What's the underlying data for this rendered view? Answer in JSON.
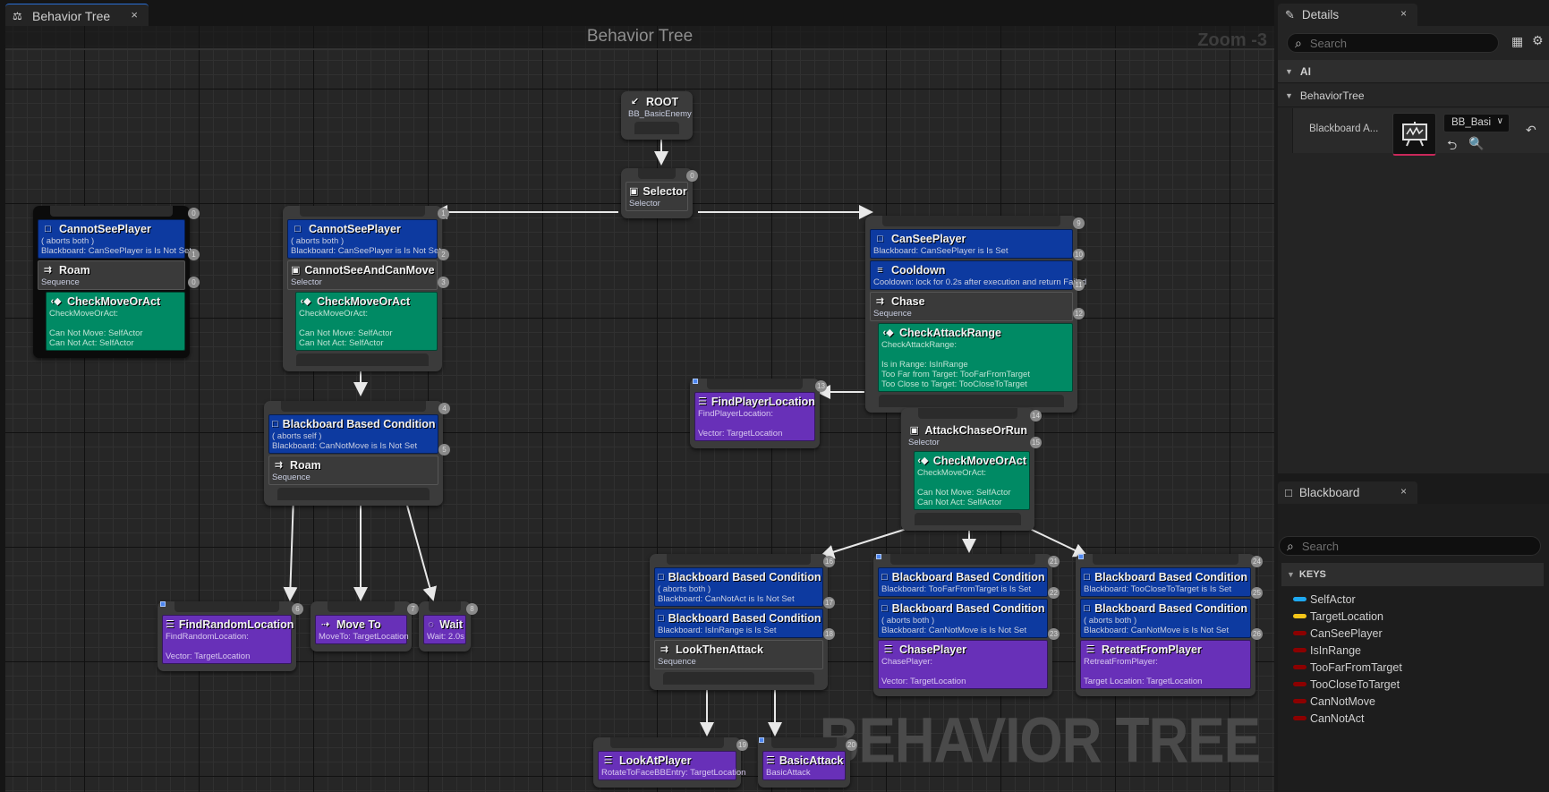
{
  "document_tab": {
    "title": "Behavior Tree",
    "icon": "behavior-tree-icon",
    "close": "×"
  },
  "graph": {
    "title": "Behavior Tree",
    "zoom_label": "Zoom -3",
    "watermark": "BEHAVIOR TREE"
  },
  "nodes": {
    "root": {
      "title": "ROOT",
      "subtitle": "BB_BasicEnemy"
    },
    "selector": {
      "title": "Selector",
      "subtitle": "Selector",
      "index": "0"
    },
    "left_group": {
      "index_top": "0",
      "decorator": {
        "title": "CannotSeePlayer",
        "line1": "( aborts both )",
        "line2": "Blackboard: CanSeePlayer is Is Not Set",
        "index": "1"
      },
      "composite": {
        "title": "Roam",
        "subtitle": "Sequence",
        "index": "0"
      },
      "service": {
        "title": "CheckMoveOrAct",
        "line1": "CheckMoveOrAct:",
        "line2": "Can Not Move: SelfActor",
        "line3": "Can Not Act: SelfActor"
      }
    },
    "cannot_see_group": {
      "index_top": "1",
      "decorator": {
        "title": "CannotSeePlayer",
        "line1": "( aborts both )",
        "line2": "Blackboard: CanSeePlayer is Is Not Set",
        "index": "2"
      },
      "composite": {
        "title": "CannotSeeAndCanMove",
        "subtitle": "Selector",
        "index": "3"
      },
      "service": {
        "title": "CheckMoveOrAct",
        "line1": "CheckMoveOrAct:",
        "line2": "Can Not Move: SelfActor",
        "line3": "Can Not Act: SelfActor"
      }
    },
    "roam_group": {
      "index_top": "4",
      "decorator": {
        "title": "Blackboard Based Condition",
        "line1": "( aborts self )",
        "line2": "Blackboard: CanNotMove is Is Not Set",
        "index": "5"
      },
      "composite": {
        "title": "Roam",
        "subtitle": "Sequence"
      }
    },
    "find_random": {
      "title": "FindRandomLocation",
      "line1": "FindRandomLocation:",
      "line2": "Vector: TargetLocation",
      "index": "6"
    },
    "move_to": {
      "title": "Move To",
      "line1": "MoveTo: TargetLocation",
      "index": "7"
    },
    "wait": {
      "title": "Wait",
      "line1": "Wait: 2.0s",
      "index": "8"
    },
    "can_see_group": {
      "index_top": "9",
      "decorator": {
        "title": "CanSeePlayer",
        "line1": "Blackboard: CanSeePlayer is Is Set",
        "index": "10"
      },
      "cooldown": {
        "title": "Cooldown",
        "line1": "Cooldown: lock for 0.2s after execution and return Failed",
        "index": "11"
      },
      "composite": {
        "title": "Chase",
        "subtitle": "Sequence",
        "index": "12"
      },
      "service": {
        "title": "CheckAttackRange",
        "line1": "CheckAttackRange:",
        "line2": "Is in Range: IsInRange",
        "line3": "Too Far from Target: TooFarFromTarget",
        "line4": "Too Close to Target: TooCloseToTarget"
      }
    },
    "find_player": {
      "title": "FindPlayerLocation",
      "line1": "FindPlayerLocation:",
      "line2": "Vector: TargetLocation",
      "index": "13"
    },
    "attack_chase_run": {
      "title": "AttackChaseOrRun",
      "subtitle": "Selector",
      "index_top": "14",
      "index": "15",
      "service": {
        "title": "CheckMoveOrAct",
        "line1": "CheckMoveOrAct:",
        "line2": "Can Not Move: SelfActor",
        "line3": "Can Not Act: SelfActor"
      }
    },
    "attack_group": {
      "index_top": "16",
      "decorator1": {
        "title": "Blackboard Based Condition",
        "line1": "( aborts both )",
        "line2": "Blackboard: CanNotAct is Is Not Set",
        "index": "17"
      },
      "decorator2": {
        "title": "Blackboard Based Condition",
        "line1": "Blackboard: IsInRange is Is Set",
        "index": "18"
      },
      "composite": {
        "title": "LookThenAttack",
        "subtitle": "Sequence"
      }
    },
    "chase_group": {
      "index_top": "21",
      "decorator1": {
        "title": "Blackboard Based Condition",
        "line1": "Blackboard: TooFarFromTarget is Is Set",
        "index": "22"
      },
      "decorator2": {
        "title": "Blackboard Based Condition",
        "line1": "( aborts both )",
        "line2": "Blackboard: CanNotMove is Is Not Set",
        "index": "23"
      },
      "task": {
        "title": "ChasePlayer",
        "line1": "ChasePlayer:",
        "line2": "Vector: TargetLocation"
      }
    },
    "retreat_group": {
      "index_top": "24",
      "decorator1": {
        "title": "Blackboard Based Condition",
        "line1": "Blackboard: TooCloseToTarget is Is Set",
        "index": "25"
      },
      "decorator2": {
        "title": "Blackboard Based Condition",
        "line1": "( aborts both )",
        "line2": "Blackboard: CanNotMove is Is Not Set",
        "index": "26"
      },
      "task": {
        "title": "RetreatFromPlayer",
        "line1": "RetreatFromPlayer:",
        "line2": "Target Location: TargetLocation"
      }
    },
    "look_at": {
      "title": "LookAtPlayer",
      "line1": "RotateToFaceBBEntry: TargetLocation",
      "index": "19"
    },
    "basic_attack": {
      "title": "BasicAttack",
      "line1": "BasicAttack",
      "index": "20"
    }
  },
  "details": {
    "tab_title": "Details",
    "close": "×",
    "search_placeholder": "Search",
    "categories": [
      {
        "label": "AI"
      },
      {
        "label": "BehaviorTree"
      }
    ],
    "property": {
      "name": "Blackboard A...",
      "value": "BB_Basi"
    }
  },
  "blackboard": {
    "tab_title": "Blackboard",
    "close": "×",
    "search_placeholder": "Search",
    "keys_header": "KEYS",
    "keys": [
      {
        "name": "SelfActor",
        "color": "#1ea8f0"
      },
      {
        "name": "TargetLocation",
        "color": "#f5c518"
      },
      {
        "name": "CanSeePlayer",
        "color": "#8c0000"
      },
      {
        "name": "IsInRange",
        "color": "#8c0000"
      },
      {
        "name": "TooFarFromTarget",
        "color": "#8c0000"
      },
      {
        "name": "TooCloseToTarget",
        "color": "#8c0000"
      },
      {
        "name": "CanNotMove",
        "color": "#8c0000"
      },
      {
        "name": "CanNotAct",
        "color": "#8c0000"
      }
    ]
  },
  "colors": {
    "decorator": "#0d3aa0",
    "service": "#008a64",
    "task": "#6830b8",
    "composite": "#3a3a3a",
    "accent": "#2a6fd6"
  }
}
